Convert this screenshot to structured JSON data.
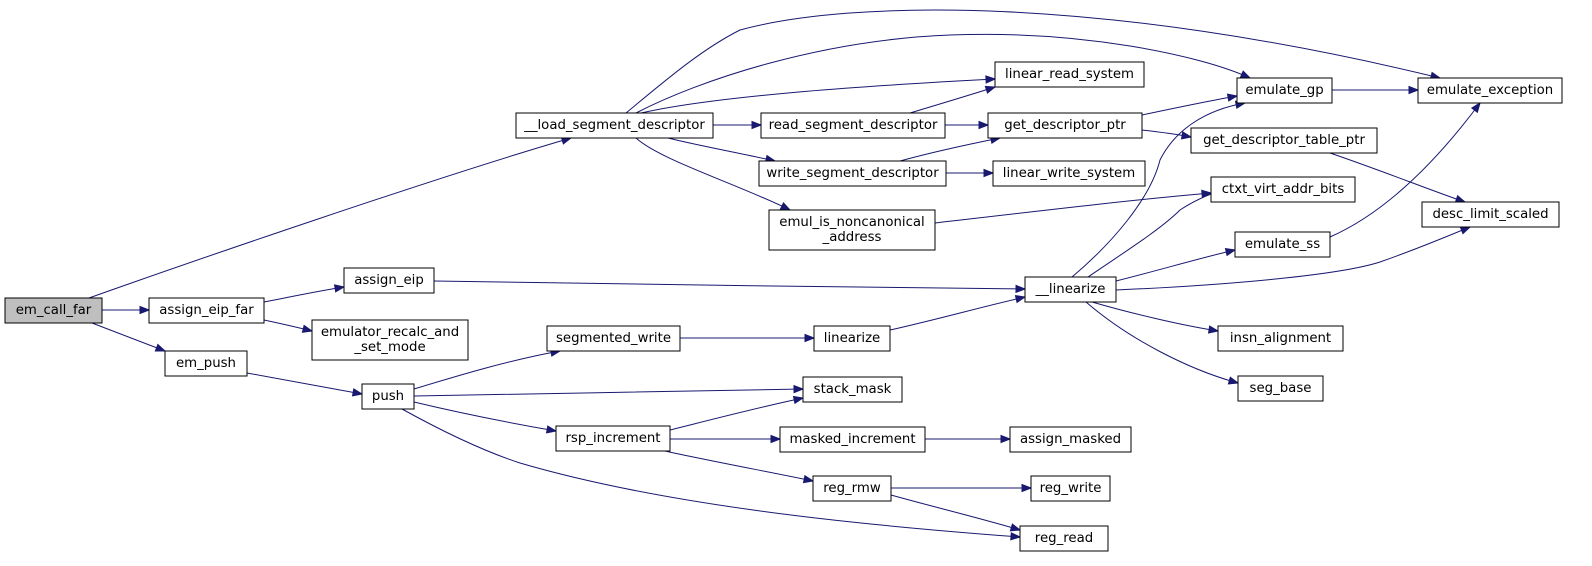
{
  "graph": {
    "edge_color": "#191970",
    "root_fill": "#bfbfbf",
    "nodes": [
      {
        "id": "em_call_far",
        "label": [
          "em_call_far"
        ],
        "root": true
      },
      {
        "id": "assign_eip_far",
        "label": [
          "assign_eip_far"
        ]
      },
      {
        "id": "em_push",
        "label": [
          "em_push"
        ]
      },
      {
        "id": "load_segment_descriptor",
        "label": [
          "__load_segment_descriptor"
        ]
      },
      {
        "id": "assign_eip",
        "label": [
          "assign_eip"
        ]
      },
      {
        "id": "emulator_recalc",
        "label": [
          "emulator_recalc_and",
          "_set_mode"
        ]
      },
      {
        "id": "push",
        "label": [
          "push"
        ]
      },
      {
        "id": "read_segment_descriptor",
        "label": [
          "read_segment_descriptor"
        ]
      },
      {
        "id": "write_segment_descriptor",
        "label": [
          "write_segment_descriptor"
        ]
      },
      {
        "id": "emul_is_noncanonical",
        "label": [
          "emul_is_noncanonical",
          "_address"
        ]
      },
      {
        "id": "segmented_write",
        "label": [
          "segmented_write"
        ]
      },
      {
        "id": "rsp_increment",
        "label": [
          "rsp_increment"
        ]
      },
      {
        "id": "linear_read_system",
        "label": [
          "linear_read_system"
        ]
      },
      {
        "id": "get_descriptor_ptr",
        "label": [
          "get_descriptor_ptr"
        ]
      },
      {
        "id": "linear_write_system",
        "label": [
          "linear_write_system"
        ]
      },
      {
        "id": "linearize",
        "label": [
          "linearize"
        ]
      },
      {
        "id": "stack_mask",
        "label": [
          "stack_mask"
        ]
      },
      {
        "id": "masked_increment",
        "label": [
          "masked_increment"
        ]
      },
      {
        "id": "reg_rmw",
        "label": [
          "reg_rmw"
        ]
      },
      {
        "id": "__linearize",
        "label": [
          "__linearize"
        ]
      },
      {
        "id": "assign_masked",
        "label": [
          "assign_masked"
        ]
      },
      {
        "id": "reg_write",
        "label": [
          "reg_write"
        ]
      },
      {
        "id": "reg_read",
        "label": [
          "reg_read"
        ]
      },
      {
        "id": "emulate_gp",
        "label": [
          "emulate_gp"
        ]
      },
      {
        "id": "get_descriptor_table_ptr",
        "label": [
          "get_descriptor_table_ptr"
        ]
      },
      {
        "id": "ctxt_virt_addr_bits",
        "label": [
          "ctxt_virt_addr_bits"
        ]
      },
      {
        "id": "emulate_ss",
        "label": [
          "emulate_ss"
        ]
      },
      {
        "id": "insn_alignment",
        "label": [
          "insn_alignment"
        ]
      },
      {
        "id": "seg_base",
        "label": [
          "seg_base"
        ]
      },
      {
        "id": "emulate_exception",
        "label": [
          "emulate_exception"
        ]
      },
      {
        "id": "desc_limit_scaled",
        "label": [
          "desc_limit_scaled"
        ]
      }
    ],
    "edges": [
      [
        "em_call_far",
        "load_segment_descriptor"
      ],
      [
        "em_call_far",
        "assign_eip_far"
      ],
      [
        "em_call_far",
        "em_push"
      ],
      [
        "assign_eip_far",
        "assign_eip"
      ],
      [
        "assign_eip_far",
        "emulator_recalc"
      ],
      [
        "em_push",
        "push"
      ],
      [
        "load_segment_descriptor",
        "emulate_exception"
      ],
      [
        "load_segment_descriptor",
        "emulate_gp"
      ],
      [
        "load_segment_descriptor",
        "linear_read_system"
      ],
      [
        "load_segment_descriptor",
        "read_segment_descriptor"
      ],
      [
        "load_segment_descriptor",
        "write_segment_descriptor"
      ],
      [
        "load_segment_descriptor",
        "emul_is_noncanonical"
      ],
      [
        "read_segment_descriptor",
        "linear_read_system"
      ],
      [
        "read_segment_descriptor",
        "get_descriptor_ptr"
      ],
      [
        "write_segment_descriptor",
        "get_descriptor_ptr"
      ],
      [
        "write_segment_descriptor",
        "linear_write_system"
      ],
      [
        "emul_is_noncanonical",
        "ctxt_virt_addr_bits"
      ],
      [
        "get_descriptor_ptr",
        "emulate_gp"
      ],
      [
        "get_descriptor_ptr",
        "get_descriptor_table_ptr"
      ],
      [
        "emulate_gp",
        "emulate_exception"
      ],
      [
        "get_descriptor_table_ptr",
        "desc_limit_scaled"
      ],
      [
        "assign_eip",
        "__linearize"
      ],
      [
        "push",
        "segmented_write"
      ],
      [
        "push",
        "stack_mask"
      ],
      [
        "push",
        "rsp_increment"
      ],
      [
        "push",
        "reg_read"
      ],
      [
        "segmented_write",
        "linearize"
      ],
      [
        "linearize",
        "__linearize"
      ],
      [
        "rsp_increment",
        "stack_mask"
      ],
      [
        "rsp_increment",
        "masked_increment"
      ],
      [
        "rsp_increment",
        "reg_rmw"
      ],
      [
        "masked_increment",
        "assign_masked"
      ],
      [
        "reg_rmw",
        "reg_write"
      ],
      [
        "reg_rmw",
        "reg_read"
      ],
      [
        "__linearize",
        "emulate_gp"
      ],
      [
        "__linearize",
        "ctxt_virt_addr_bits"
      ],
      [
        "__linearize",
        "emulate_ss"
      ],
      [
        "__linearize",
        "desc_limit_scaled"
      ],
      [
        "__linearize",
        "insn_alignment"
      ],
      [
        "__linearize",
        "seg_base"
      ],
      [
        "emulate_ss",
        "emulate_exception"
      ]
    ]
  }
}
